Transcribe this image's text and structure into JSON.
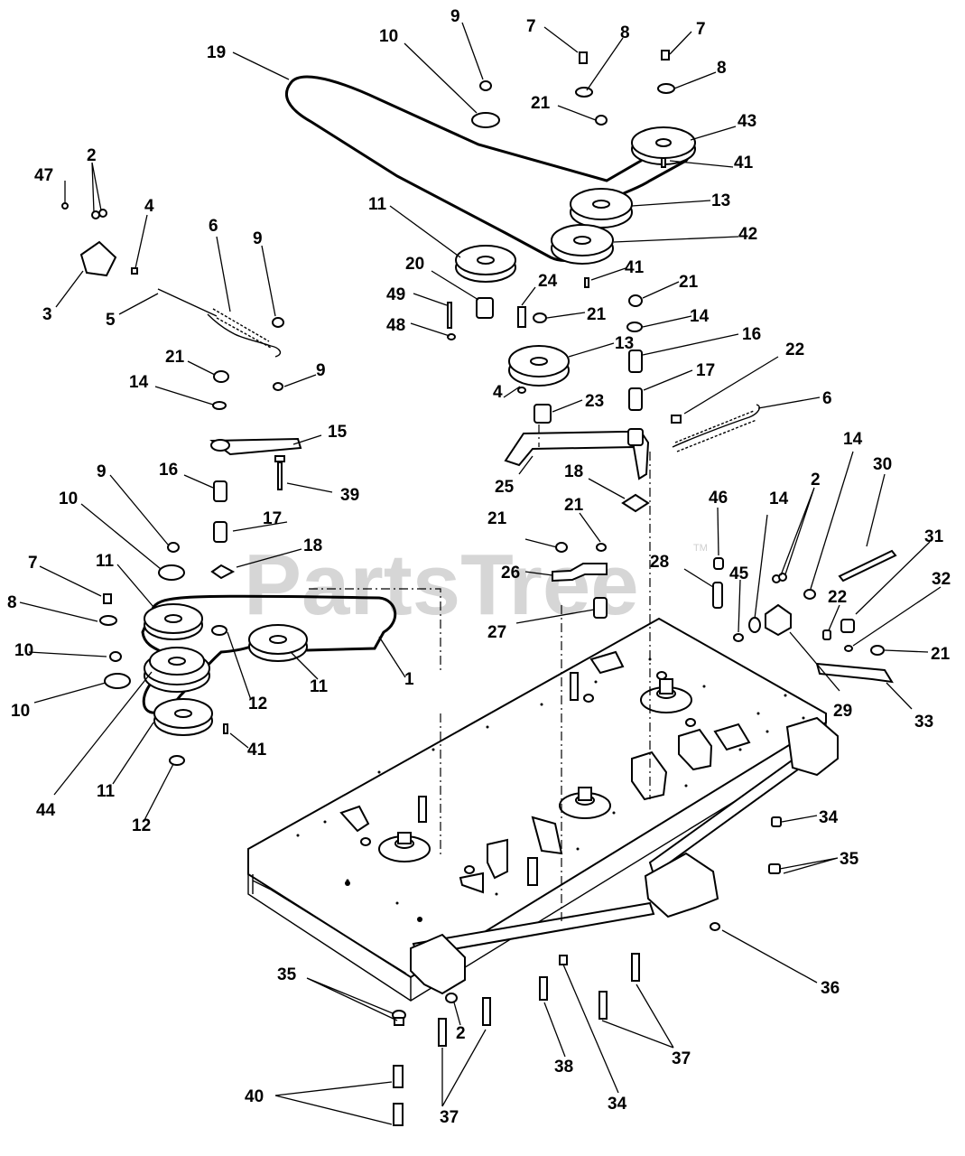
{
  "watermark": {
    "text": "PartsTree",
    "trademark": "TM"
  },
  "callouts": [
    "1",
    "2",
    "2",
    "2",
    "3",
    "4",
    "4",
    "5",
    "6",
    "6",
    "7",
    "7",
    "7",
    "8",
    "8",
    "8",
    "9",
    "9",
    "9",
    "9",
    "10",
    "10",
    "10",
    "11",
    "11",
    "11",
    "11",
    "12",
    "12",
    "13",
    "13",
    "14",
    "14",
    "14",
    "14",
    "15",
    "16",
    "16",
    "17",
    "17",
    "18",
    "18",
    "19",
    "20",
    "21",
    "21",
    "21",
    "21",
    "21",
    "21",
    "21",
    "22",
    "22",
    "23",
    "24",
    "25",
    "26",
    "27",
    "28",
    "29",
    "30",
    "31",
    "32",
    "33",
    "34",
    "34",
    "35",
    "35",
    "36",
    "37",
    "37",
    "38",
    "39",
    "40",
    "41",
    "41",
    "41",
    "42",
    "43",
    "44",
    "45",
    "46",
    "47",
    "48",
    "49"
  ]
}
